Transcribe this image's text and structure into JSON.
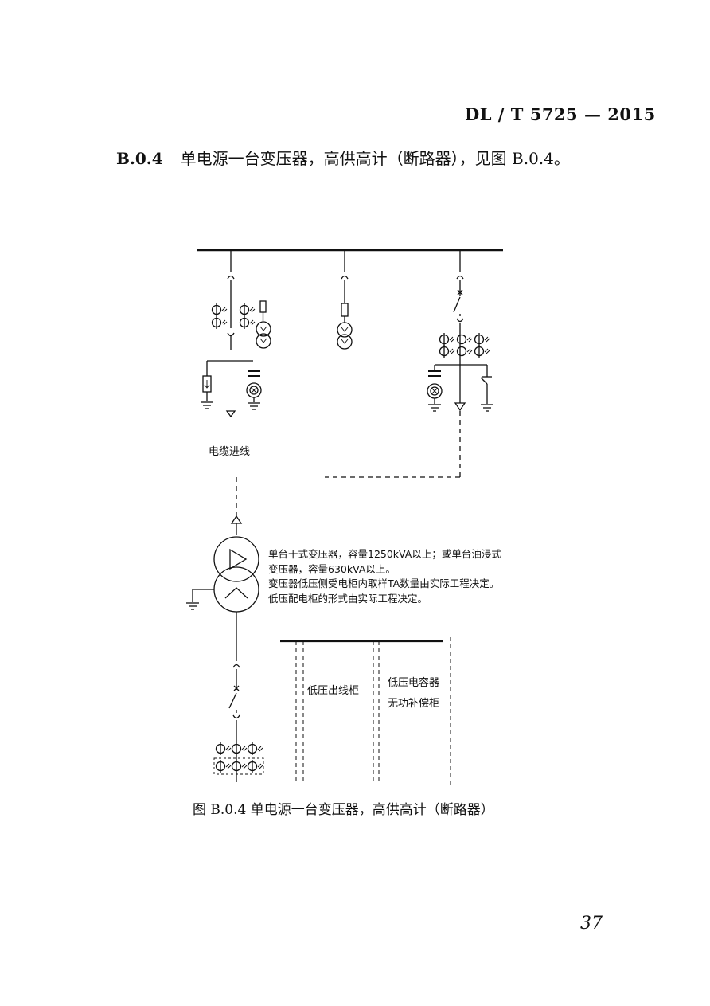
{
  "header": {
    "doc_code": "DL / T 5725 — 2015"
  },
  "section": {
    "number": "B.0.4",
    "text": "单电源一台变压器，高供高计（断路器），见图 B.0.4。"
  },
  "diagram": {
    "cable_label": "电缆进线",
    "notes": [
      "单台干式变压器，容量1250kVA以上；或单台油浸式",
      "变压器，容量630kVA以上。",
      "变压器低压侧受电柜内取样TA数量由实际工程决定。",
      "低压配电柜的形式由实际工程决定。"
    ],
    "panel_outgoing": "低压出线柜",
    "panel_capacitor_line1": "低压电容器",
    "panel_capacitor_line2": "无功补偿柜",
    "ct_symbol": "Φ#"
  },
  "caption": "图 B.0.4   单电源一台变压器，高供高计（断路器）",
  "page_number": "37"
}
